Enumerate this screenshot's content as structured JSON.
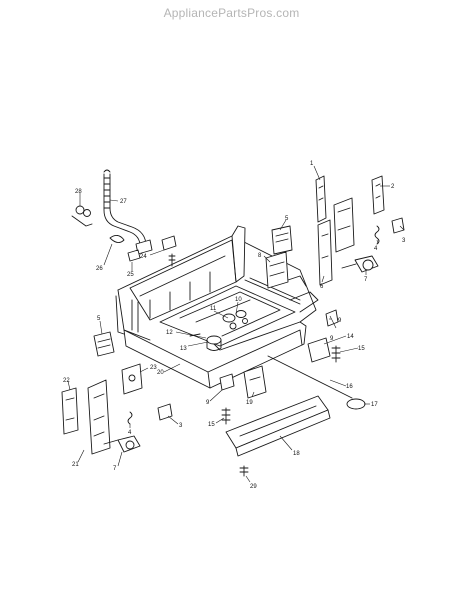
{
  "watermark": "AppliancePartsPros.com",
  "callouts": [
    {
      "id": "c1",
      "text": "1"
    },
    {
      "id": "c2",
      "text": "2"
    },
    {
      "id": "c3a",
      "text": "3"
    },
    {
      "id": "c4a",
      "text": "4"
    },
    {
      "id": "c5a",
      "text": "5"
    },
    {
      "id": "c6",
      "text": "6"
    },
    {
      "id": "c7a",
      "text": "7"
    },
    {
      "id": "c8",
      "text": "8"
    },
    {
      "id": "c9a",
      "text": "9"
    },
    {
      "id": "c10",
      "text": "10"
    },
    {
      "id": "c11",
      "text": "11"
    },
    {
      "id": "c12",
      "text": "12"
    },
    {
      "id": "c13",
      "text": "13"
    },
    {
      "id": "c14",
      "text": "14"
    },
    {
      "id": "c15a",
      "text": "15"
    },
    {
      "id": "c5b",
      "text": "5"
    },
    {
      "id": "c9b",
      "text": "9"
    },
    {
      "id": "c16",
      "text": "16"
    },
    {
      "id": "c17",
      "text": "17"
    },
    {
      "id": "c18",
      "text": "18"
    },
    {
      "id": "c19",
      "text": "19"
    },
    {
      "id": "c20",
      "text": "20"
    },
    {
      "id": "c21",
      "text": "21"
    },
    {
      "id": "c22",
      "text": "22"
    },
    {
      "id": "c23",
      "text": "23"
    },
    {
      "id": "c24",
      "text": "24"
    },
    {
      "id": "c25",
      "text": "25"
    },
    {
      "id": "c26",
      "text": "26"
    },
    {
      "id": "c27",
      "text": "27"
    },
    {
      "id": "c28",
      "text": "28"
    },
    {
      "id": "c29",
      "text": "29"
    },
    {
      "id": "c3b",
      "text": "3"
    },
    {
      "id": "c4b",
      "text": "4"
    },
    {
      "id": "c7b",
      "text": "7"
    },
    {
      "id": "c15b",
      "text": "15"
    },
    {
      "id": "c9c",
      "text": "9"
    }
  ]
}
